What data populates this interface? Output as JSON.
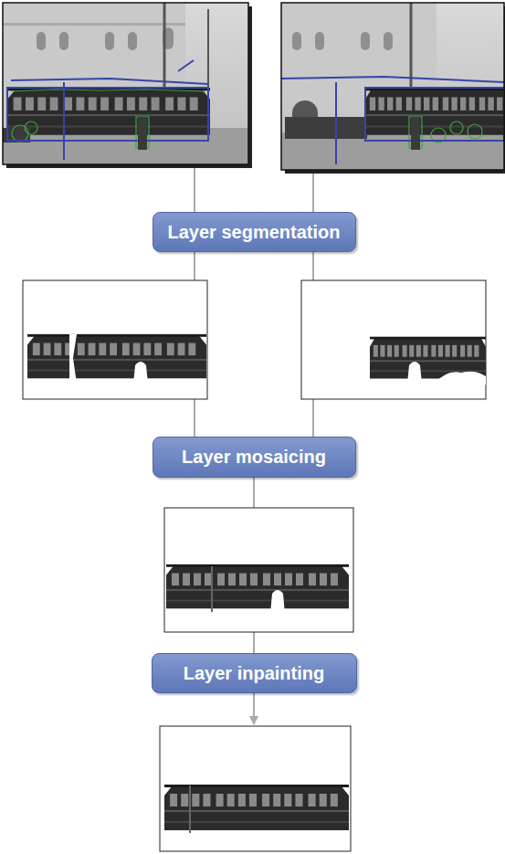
{
  "diagram": {
    "nodes": [
      {
        "text": [
          "Layer segmentation"
        ]
      },
      {
        "text": [
          "Layer mosaicing"
        ]
      },
      {
        "text": [
          "Layer inpainting"
        ]
      }
    ]
  }
}
